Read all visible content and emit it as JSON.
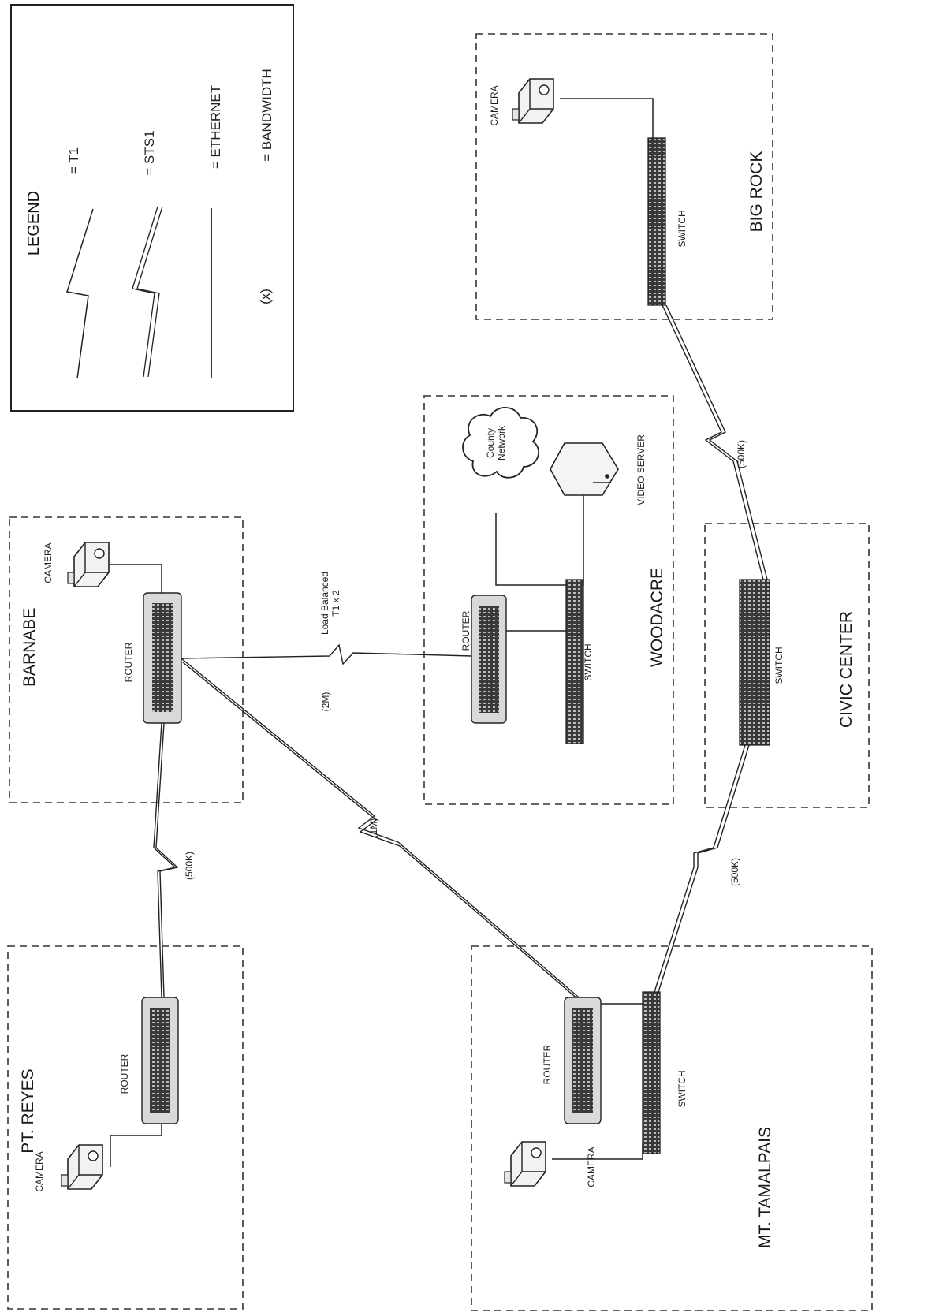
{
  "legend": {
    "title": "LEGEND",
    "items": [
      {
        "symbol": "zigzag",
        "label": "= T1"
      },
      {
        "symbol": "double-zigzag",
        "label": "= STS1"
      },
      {
        "symbol": "line",
        "label": "= ETHERNET"
      },
      {
        "symbol": "text",
        "symbol_text": "(x)",
        "label": "= BANDWIDTH"
      }
    ]
  },
  "sites": {
    "pt_reyes": {
      "name": "PT. REYES",
      "router": "ROUTER",
      "camera": "CAMERA"
    },
    "barnabe": {
      "name": "BARNABE",
      "router": "ROUTER",
      "camera": "CAMERA"
    },
    "woodacre": {
      "name": "WOODACRE",
      "router": "ROUTER",
      "switch": "SWITCH",
      "cloud": "County\nNetwork",
      "server": "VIDEO SERVER"
    },
    "big_rock": {
      "name": "BIG ROCK",
      "switch": "SWITCH",
      "camera": "CAMERA"
    },
    "civic_center": {
      "name": "CIVIC CENTER",
      "switch": "SWITCH"
    },
    "mt_tamalpais": {
      "name": "MT. TAMALPAIS",
      "router": "ROUTER",
      "switch": "SWITCH",
      "camera": "CAMERA"
    }
  },
  "links": {
    "reyes_barnabe": "(500K)",
    "barnabe_tam": "(1M)",
    "barnabe_woodacre_bw": "(2M)",
    "barnabe_woodacre_note": "Load Balanced\nT1 x 2",
    "bigrock_civic": "(500K)",
    "civic_tam": "(500K)"
  }
}
